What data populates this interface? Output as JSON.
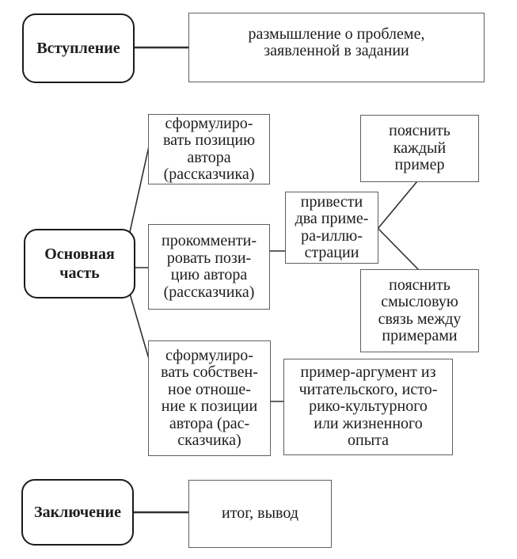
{
  "diagram": {
    "nodes": {
      "vstuplenie": {
        "label": "Вступление"
      },
      "vstuplenie_detail": {
        "text": "размышление о проблеме,\nзаявленной в задании"
      },
      "osnovnaya": {
        "label": "Основная\nчасть"
      },
      "formulate_author_position": {
        "text": "сформулиро-\nвать позицию\nавтора\n(рассказчика)"
      },
      "comment_author_position": {
        "text": "прокомменти-\nровать пози-\nцию автора\n(рассказчика)"
      },
      "own_attitude": {
        "text": "сформулиро-\nвать собствен-\nное отноше-\nние к позиции\nавтора (рас-\nсказчика)"
      },
      "two_examples": {
        "text": "привести\nдва приме-\nра-иллю-\nстрации"
      },
      "explain_each_example": {
        "text": "пояснить\nкаждый\nпример"
      },
      "explain_link_between_examples": {
        "text": "пояснить\nсмысловую\nсвязь между\nпримерами"
      },
      "example_argument": {
        "text": "пример-аргумент из\nчитательского, исто-\nрико-культурного\nили жизненного\nопыта"
      },
      "zakluchenie": {
        "label": "Заключение"
      },
      "zakluchenie_detail": {
        "text": "итог, вывод"
      }
    },
    "edges": [
      {
        "from": "vstuplenie",
        "to": "vstuplenie_detail"
      },
      {
        "from": "osnovnaya",
        "to": "formulate_author_position"
      },
      {
        "from": "osnovnaya",
        "to": "comment_author_position"
      },
      {
        "from": "osnovnaya",
        "to": "own_attitude"
      },
      {
        "from": "comment_author_position",
        "to": "two_examples"
      },
      {
        "from": "two_examples",
        "to": "explain_each_example"
      },
      {
        "from": "two_examples",
        "to": "explain_link_between_examples"
      },
      {
        "from": "own_attitude",
        "to": "example_argument"
      },
      {
        "from": "zakluchenie",
        "to": "zakluchenie_detail"
      }
    ],
    "colors": {
      "background": "#ffffff",
      "text": "#1d1d1d",
      "connector": "#2f2f2f",
      "box_border": "#5f5f5f",
      "rounded_border": "#1b1b1b"
    }
  }
}
